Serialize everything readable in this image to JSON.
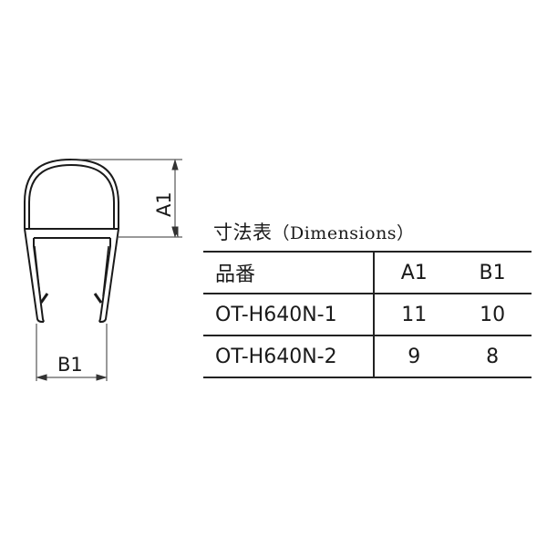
{
  "drawing": {
    "label_a": "A1",
    "label_b": "B1"
  },
  "table": {
    "title_jp": "寸法表",
    "title_en": "（Dimensions）",
    "headers": [
      "品番",
      "A1",
      "B1"
    ],
    "rows": [
      [
        "OT-H640N-1",
        "11",
        "10"
      ],
      [
        "OT-H640N-2",
        "9",
        "8"
      ]
    ]
  }
}
